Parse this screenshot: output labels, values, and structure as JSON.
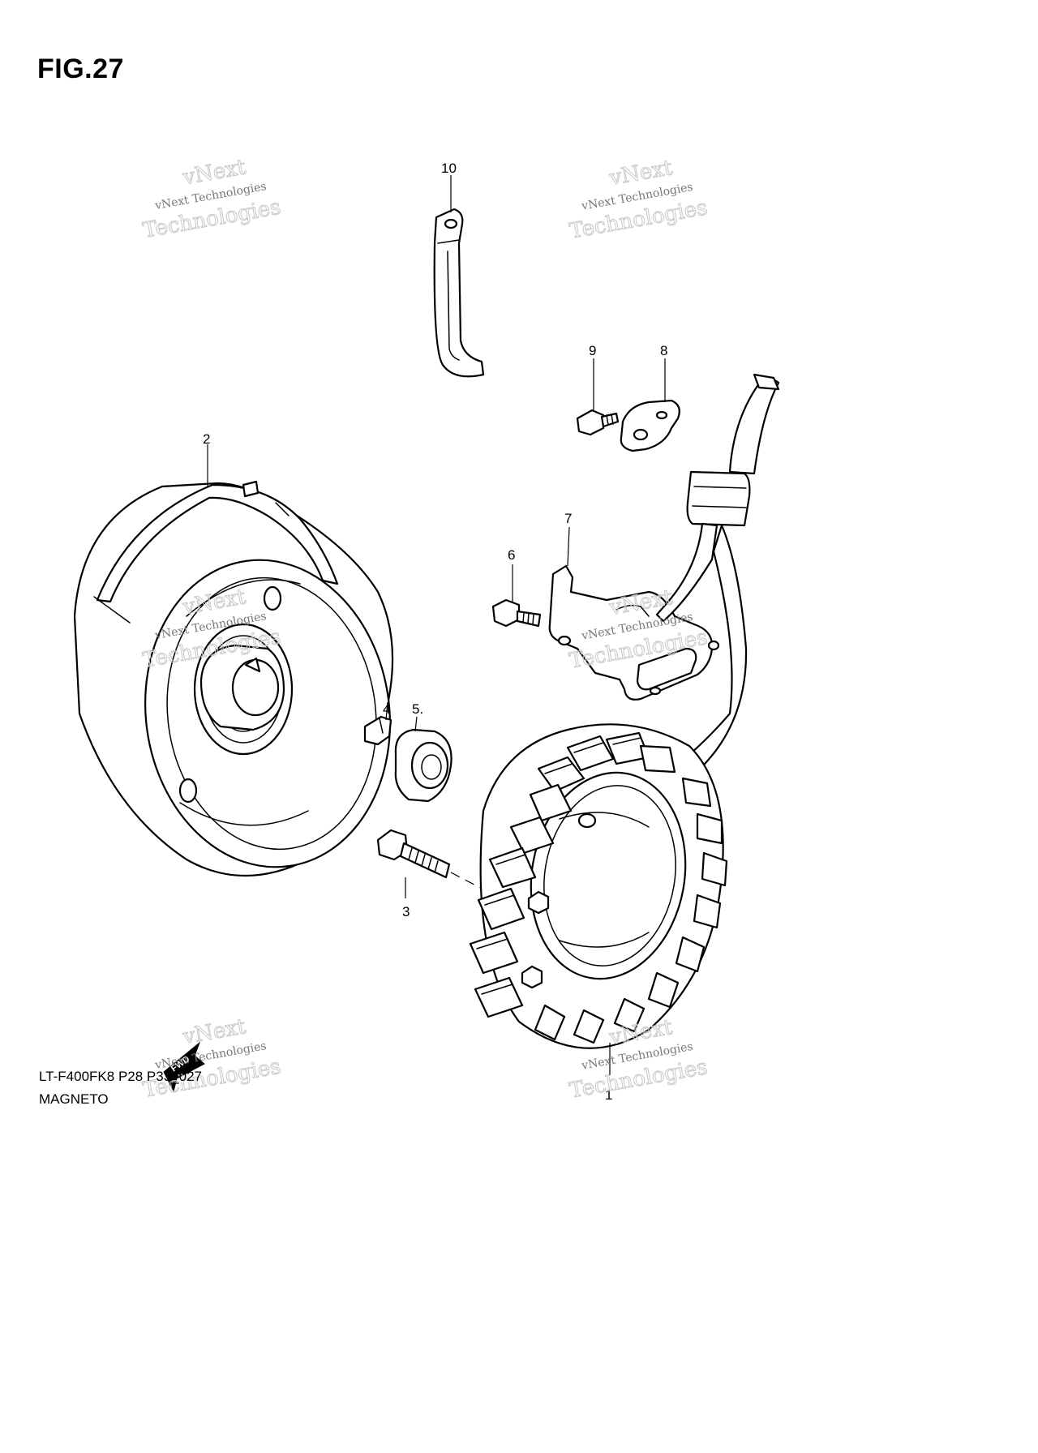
{
  "figure": {
    "title": "FIG.27",
    "code": "LT-F400FK8 P28 P33_027",
    "name": "MAGNETO"
  },
  "callouts": [
    "1",
    "2",
    "3",
    "4",
    "5.",
    "6",
    "7",
    "8",
    "9",
    "10"
  ],
  "watermark": {
    "line1": "vNext",
    "line2": "vNext Technologies",
    "line3": "Technologies"
  },
  "fwd_label": "FWD"
}
